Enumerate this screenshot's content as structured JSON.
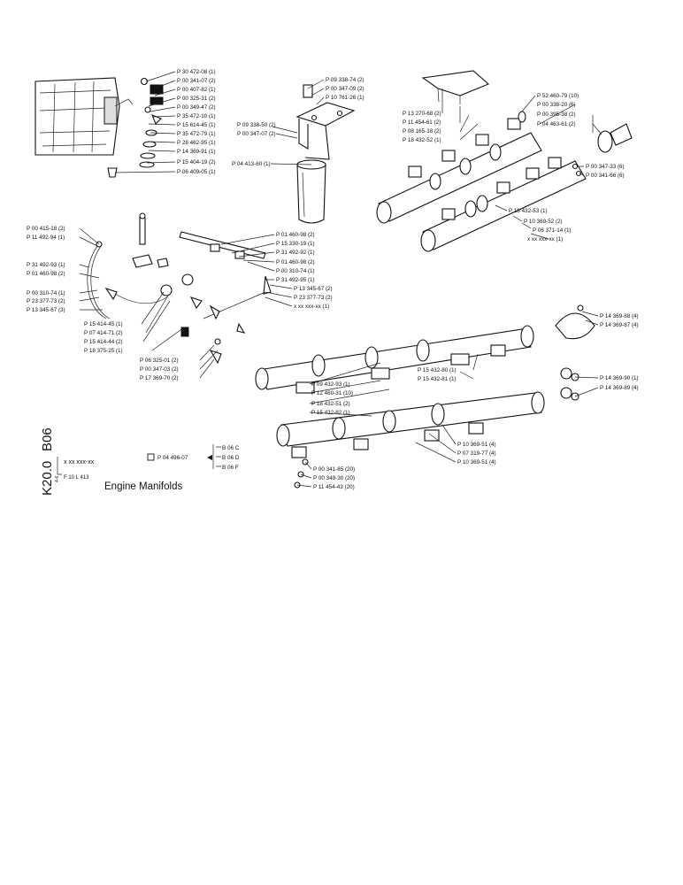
{
  "sheet": {
    "section_code": "B06",
    "drawing_code": "K20.0",
    "title": "Engine Manifolds",
    "engine_model": "F 10 L 413",
    "assembly_number": "x xx xxx-xx",
    "small_code": "4-6",
    "alt_part": "P 04 496-07",
    "variants": [
      "B 06 C",
      "B 06 D",
      "B 06 F"
    ]
  },
  "groups": {
    "top_left": [
      "P 30 472-08 (1)",
      "P 00 341-07 (2)",
      "P 00 407-82 (1)",
      "P 00 325-31 (2)",
      "P 00 349-47 (2)",
      "P 35 472-10 (1)",
      "P 15 614-45 (1)",
      "P 35 472-79 (1)",
      "P 28 462-95 (1)",
      "P 14 369-91 (1)",
      "P 15 404-19 (2)",
      "P 06 409-05 (1)"
    ],
    "top_center": [
      "P 09 338-74 (2)",
      "P 00 347-09 (2)",
      "P 10 761-26 (1)",
      "P 09 338-50 (2)",
      "P 00 347-07 (2)",
      "P 04 413-60 (1)"
    ],
    "top_right": [
      "P 13 270-68 (2)",
      "P 11 454-61 (2)",
      "P 08 165-18 (2)",
      "P 18 432-52 (1)",
      "P 52 460-79 (10)",
      "P 00 338-20 (6)",
      "P 00 395-38 (2)",
      "P 04 463-61 (2)",
      "P 00 347-33 (6)",
      "P 00 341-66 (6)",
      "P 18 432-53 (1)",
      "P 10 369-52 (2)",
      "P 06 371-14 (1)",
      "x xx xxx-xx (1)"
    ],
    "mid_left": [
      "P 00 415-18 (2)",
      "P 11 492-94 (1)",
      "P 31 492-93 (1)",
      "P 01 460-98 (2)",
      "P 00 310-74 (1)",
      "P 23 377-73 (2)",
      "P 13 345-67 (3)"
    ],
    "mid_left_bottom": [
      "P 15 414-45 (1)",
      "P 07 414-71 (2)",
      "P 15 414-44 (2)",
      "P 18 375-25 (1)"
    ],
    "mid_bottom": [
      "P 06 325-01 (2)",
      "P 00 347-03 (2)",
      "P 17 369-70 (2)"
    ],
    "mid_center": [
      "P 01 460-98 (2)",
      "P 15 330-19 (1)",
      "P 31 492-92 (1)",
      "P 01 460-98 (2)",
      "P 00 310-74 (1)",
      "P 31 492-95 (1)",
      "P 13 345-67 (2)",
      "P 23 377-73 (2)",
      "x xx xxx-xx (1)"
    ],
    "lower_manifold_left": [
      "P 09 432-93 (1)",
      "P 12 460-31 (10)",
      "P 18 432-51 (2)",
      "P 15 432-82 (1)"
    ],
    "lower_manifold_right": [
      "P 15 432-80 (1)",
      "P 15 432-81 (1)"
    ],
    "lower_manifold_bottom": [
      "P 10 369-51 (4)",
      "P 07 319-77 (4)",
      "P 10 369-51 (4)"
    ],
    "lower_manifold_fasteners": [
      "P 00 341-85 (20)",
      "P 00 349-30 (20)",
      "P 11 454-43 (20)"
    ],
    "clamps": [
      "P 14 369-88 (4)",
      "P 14 369-87 (4)",
      "P 14 369-90 (1)",
      "P 14 369-89 (4)"
    ]
  }
}
